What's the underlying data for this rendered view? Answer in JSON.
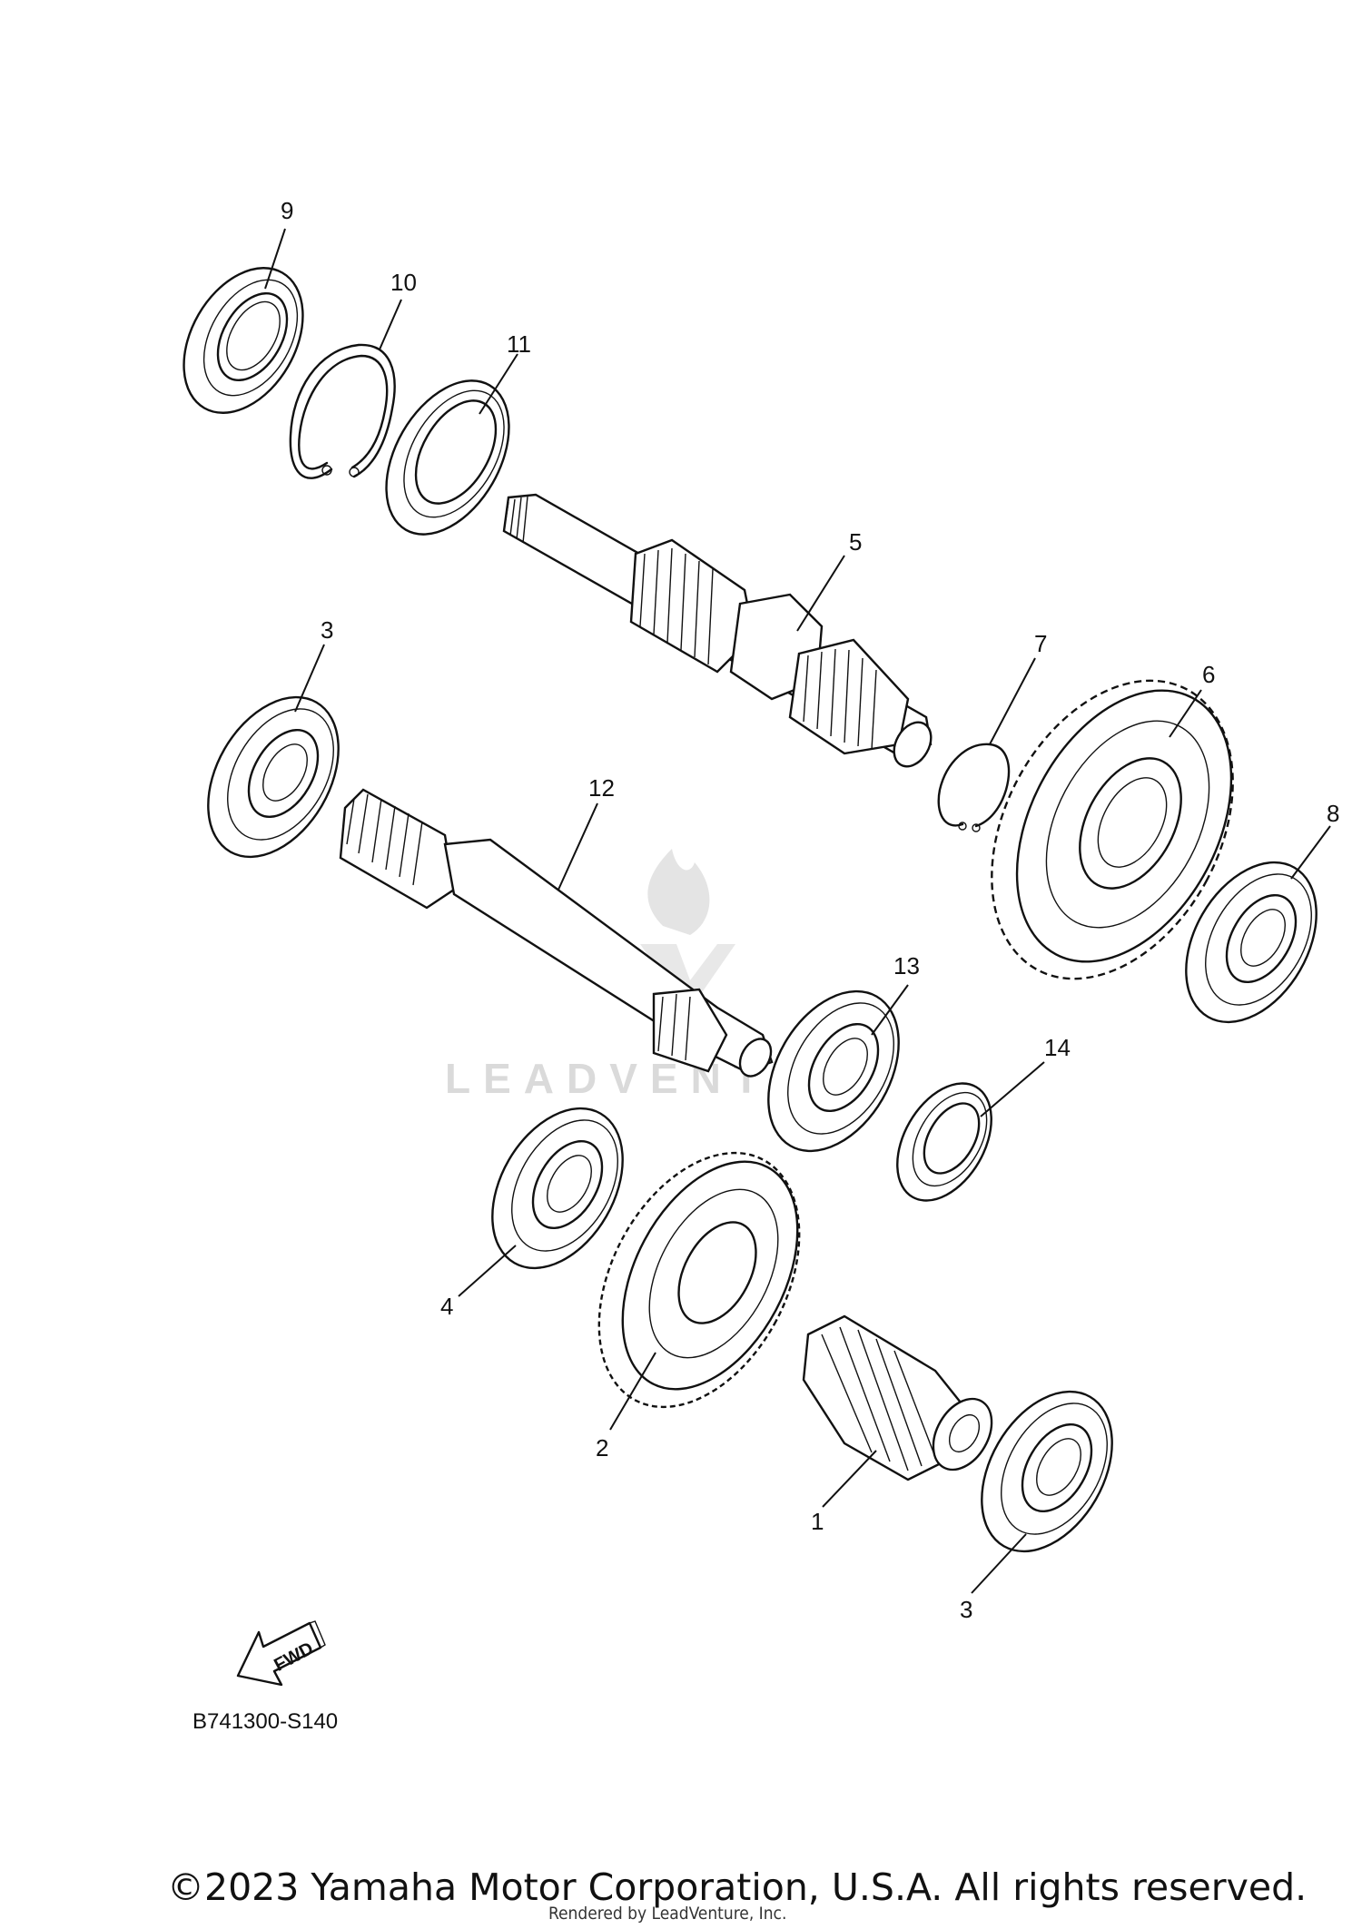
{
  "diagram": {
    "part_labels": [
      "1",
      "2",
      "3",
      "3",
      "4",
      "5",
      "6",
      "7",
      "8",
      "9",
      "10",
      "11",
      "12",
      "13",
      "14"
    ],
    "direction_label": "FWD",
    "diagram_code": "B741300-S140",
    "watermark": "LEADVENTURE",
    "copyright": "©2023 Yamaha Motor Corporation, U.S.A. All rights reserved.",
    "rendered_by": "Rendered by LeadVenture, Inc."
  }
}
